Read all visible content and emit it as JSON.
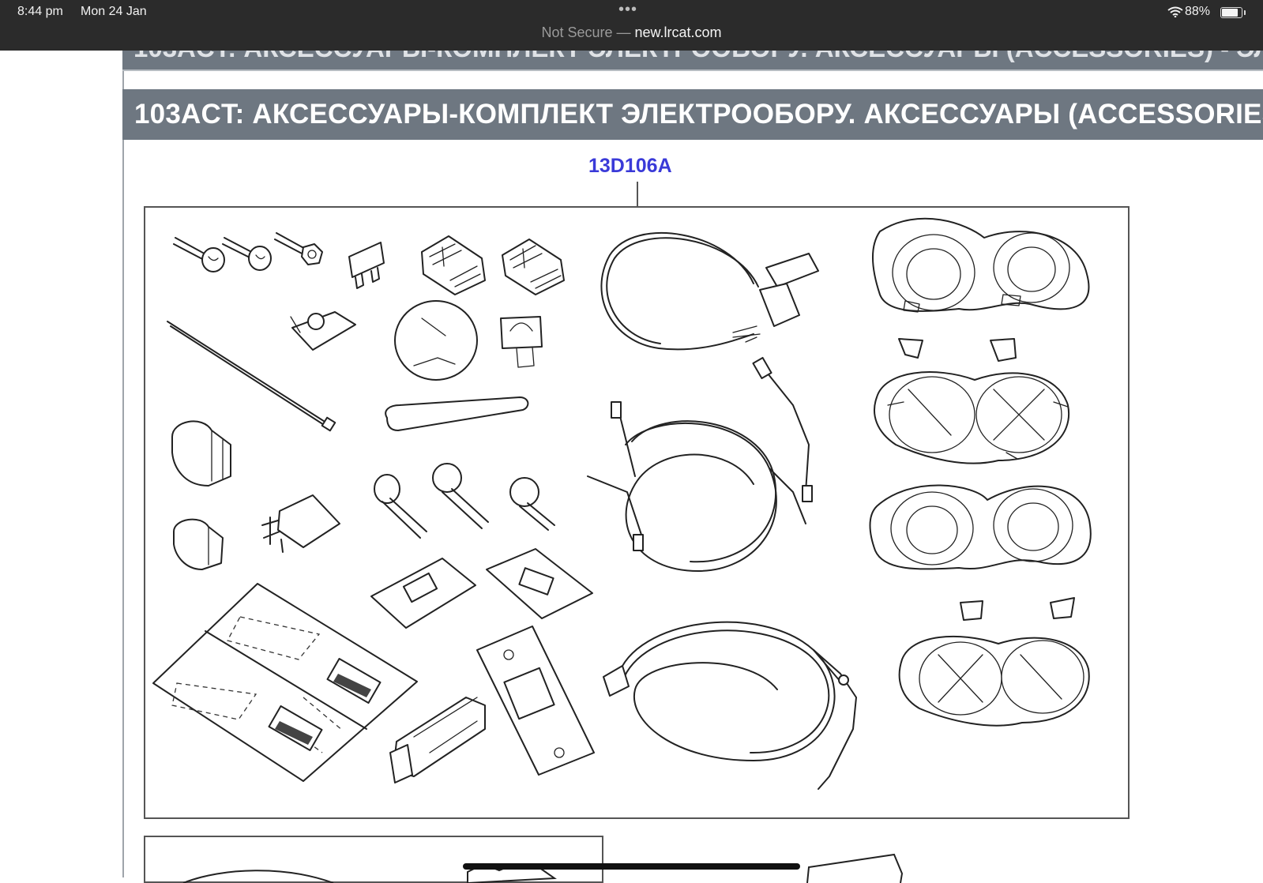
{
  "status_bar": {
    "time": "8:44 pm",
    "date": "Mon 24 Jan",
    "dots": "•••",
    "battery_percent": "88%",
    "battery_level": 0.88,
    "wifi_icon": "wifi-icon",
    "battery_icon": "battery-icon"
  },
  "url_bar": {
    "security_label": "Not Secure — ",
    "domain": "new.lrcat.com"
  },
  "page": {
    "section_title": "103ACT: АКСЕССУАРЫ-КОМПЛЕКТ ЭЛЕКТРООБОРУ. АКСЕССУАРЫ (ACCESSORIES) - ЭЛЕКТРИЧЕСКИЕ",
    "previous_section_title": "103ACT: АКСЕССУАРЫ-КОМПЛЕКТ ЭЛЕКТРООБОРУ. АКСЕССУАРЫ (ACCESSORIES) - ЭЛЕКТРИЧЕСКИЕ",
    "part_number": "13D106A"
  },
  "colors": {
    "header_bg": "#6e7781",
    "part_link": "#3a3ad8",
    "status_bg": "#2b2b2b"
  }
}
